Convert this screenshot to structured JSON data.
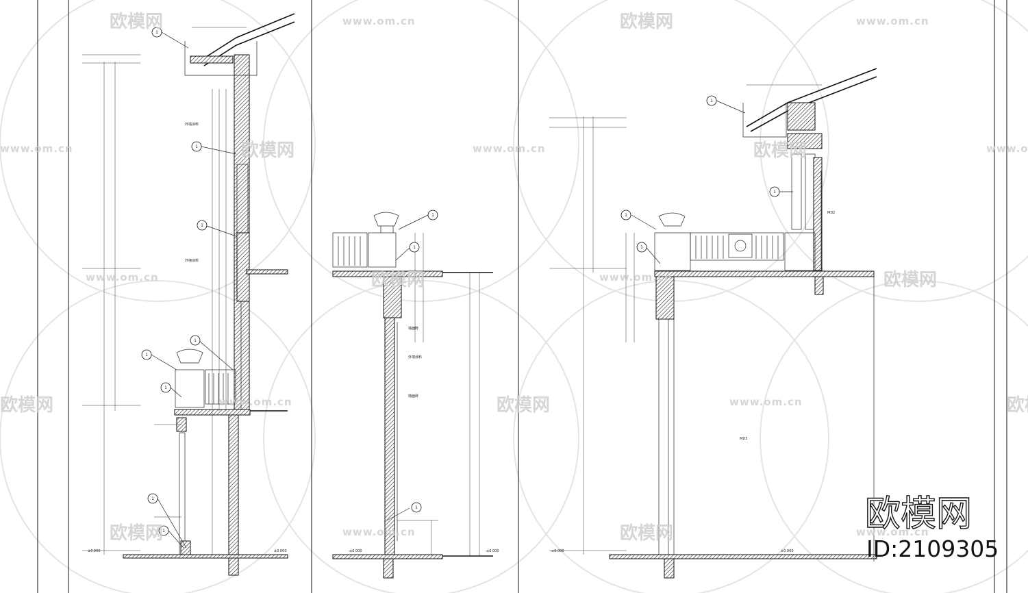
{
  "watermark": {
    "brand": "欧模网",
    "url": "www.om.cn"
  },
  "brand_stamp": {
    "name": "欧模网",
    "id_text": "ID:2109305"
  },
  "drawing_text": {
    "ground_level": "±0.000",
    "callout_number": "1",
    "door_tag_a": "MD2",
    "door_tag_b": "MD3",
    "floor_label_a": "外墙涂料",
    "floor_label_b": "墙面砖"
  }
}
